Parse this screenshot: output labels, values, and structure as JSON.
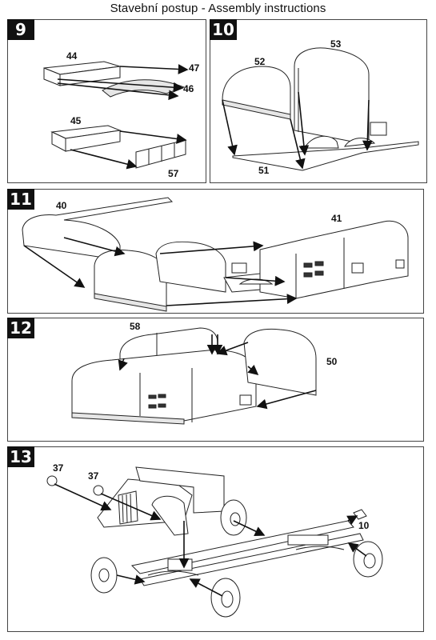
{
  "page": {
    "title": "Stavební postup - Assembly instructions"
  },
  "steps": [
    {
      "number": "9",
      "part_labels": [
        "44",
        "47",
        "46",
        "45",
        "57"
      ]
    },
    {
      "number": "10",
      "part_labels": [
        "52",
        "53",
        "51"
      ]
    },
    {
      "number": "11",
      "part_labels": [
        "40",
        "41"
      ]
    },
    {
      "number": "12",
      "part_labels": [
        "58",
        "50"
      ]
    },
    {
      "number": "13",
      "part_labels": [
        "37",
        "37",
        "10"
      ]
    }
  ],
  "colors": {
    "badge_background": "#111111",
    "badge_text": "#ffffff",
    "line": "#222222"
  },
  "icons": [
    "arrow-marker"
  ]
}
